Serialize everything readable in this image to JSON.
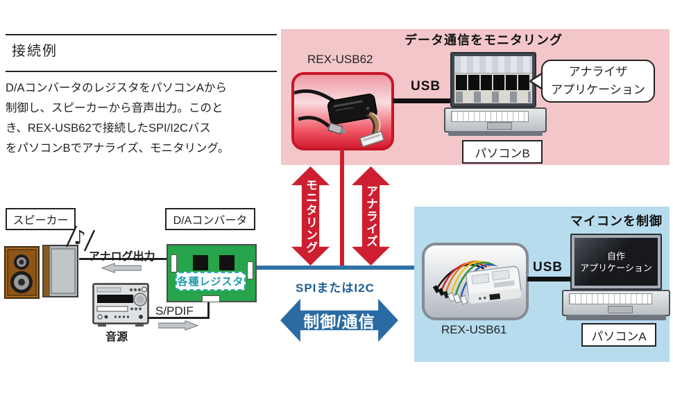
{
  "heading": "接続例",
  "description_lines": [
    "D/AコンバータのレジスタをパソコンAから",
    "制御し、スピーカーから音声出力。このと",
    "き、REX-USB62で接続したSPI/I2Cバス",
    "をパソコンBでアナライズ、モニタリング。"
  ],
  "monitor_panel": {
    "title": "データ通信をモニタリング",
    "device_label": "REX-USB62",
    "usb_label": "USB",
    "callout_line1": "アナライザ",
    "callout_line2": "アプリケーション",
    "pc_label": "パソコンB"
  },
  "control_panel": {
    "title": "マイコンを制御",
    "device_label": "REX-USB61",
    "usb_label": "USB",
    "screen_line1": "自作",
    "screen_line2": "アプリケーション",
    "pc_label": "パソコンA"
  },
  "middle": {
    "monitoring_arrow": "モニタリング",
    "analyze_arrow": "アナライズ",
    "bus_label": "SPIまたはI2C",
    "control_arrow": "制御/通信"
  },
  "left_diagram": {
    "speaker_label": "スピーカー",
    "dac_label": "D/Aコンバータ",
    "analog_out_label": "アナログ出力",
    "registers_badge": "各種レジスタ",
    "spdif_label": "S/PDIF",
    "source_label": "音源"
  },
  "colors": {
    "pink_panel": "#f3c6ca",
    "blue_panel": "#b7dcee",
    "red_accent": "#cd1f30",
    "blue_accent": "#2b6ba3",
    "bus_blue": "#2f73a7",
    "board_green": "#27a44c",
    "badge_teal": "#2aa9ba"
  }
}
